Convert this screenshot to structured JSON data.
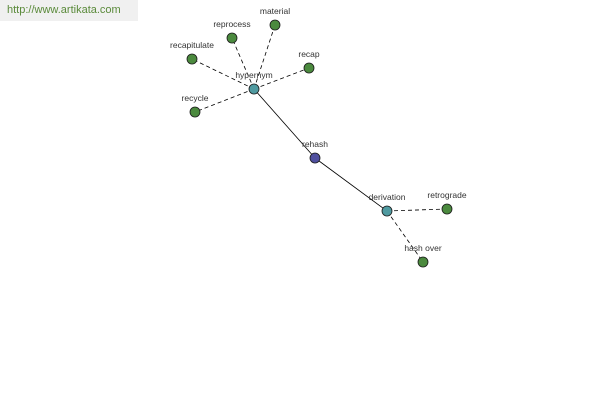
{
  "watermark": {
    "text": "http://www.artikata.com"
  },
  "colors": {
    "leaf": "#4b8a3e",
    "hub": "#4f9aa0",
    "root": "#4f4f9e"
  },
  "diagram": {
    "nodes": {
      "root": {
        "label": "rehash",
        "kind": "root"
      },
      "hypernym": {
        "label": "hypernym",
        "kind": "hub"
      },
      "derivation": {
        "label": "derivation",
        "kind": "hub"
      },
      "reprocess": {
        "label": "reprocess",
        "kind": "leaf"
      },
      "material": {
        "label": "material",
        "kind": "leaf"
      },
      "recapitulate": {
        "label": "recapitulate",
        "kind": "leaf"
      },
      "recap": {
        "label": "recap",
        "kind": "leaf"
      },
      "recycle": {
        "label": "recycle",
        "kind": "leaf"
      },
      "retrograde": {
        "label": "retrograde",
        "kind": "leaf"
      },
      "hash_over": {
        "label": "hash over",
        "kind": "leaf"
      }
    },
    "edges": [
      {
        "from": "root",
        "to": "hypernym",
        "style": "solid"
      },
      {
        "from": "root",
        "to": "derivation",
        "style": "solid"
      },
      {
        "from": "hypernym",
        "to": "reprocess",
        "style": "dashed"
      },
      {
        "from": "hypernym",
        "to": "material",
        "style": "dashed"
      },
      {
        "from": "hypernym",
        "to": "recapitulate",
        "style": "dashed"
      },
      {
        "from": "hypernym",
        "to": "recap",
        "style": "dashed"
      },
      {
        "from": "hypernym",
        "to": "recycle",
        "style": "dashed"
      },
      {
        "from": "derivation",
        "to": "retrograde",
        "style": "dashed"
      },
      {
        "from": "derivation",
        "to": "hash_over",
        "style": "dashed"
      }
    ]
  }
}
